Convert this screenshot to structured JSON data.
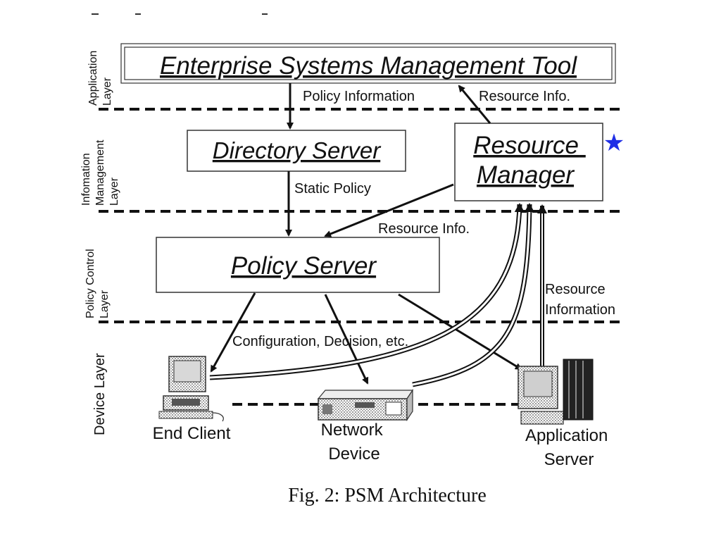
{
  "layers": {
    "application": [
      "Application",
      "Layer"
    ],
    "information": [
      "Infomation",
      "Management",
      "Layer"
    ],
    "policy_control": [
      "Policy Control",
      "Layer"
    ],
    "device": [
      "Device Layer"
    ]
  },
  "boxes": {
    "esm_tool": "Enterprise Systems Management Tool",
    "directory_server": "Directory Server",
    "resource_manager": [
      "Resource",
      "Manager"
    ],
    "policy_server": "Policy Server"
  },
  "edge_labels": {
    "policy_information": "Policy Information",
    "resource_info_top": "Resource Info.",
    "static_policy": "Static Policy",
    "resource_info_mid": "Resource Info.",
    "resource_information": [
      "Resource",
      "Information"
    ],
    "configuration": "Configuration, Decision, etc."
  },
  "devices": {
    "end_client": "End Client",
    "network_device": [
      "Network",
      "Device"
    ],
    "application_server": [
      "Application",
      "Server"
    ]
  },
  "star_glyph": "★",
  "star_color": "#1f2ee6",
  "caption": "Fig. 2: PSM Architecture"
}
